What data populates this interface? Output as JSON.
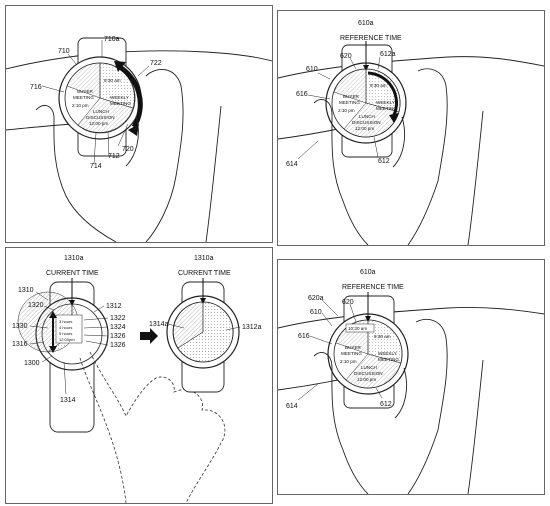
{
  "fig7a": {
    "labels": {
      "l710a": "710a",
      "l710": "710",
      "l716": "716",
      "l722": "722",
      "l720": "720",
      "l712": "712",
      "l714": "714"
    },
    "face": {
      "buyer": "BUYER",
      "meeting": "MEETING",
      "weekly": "WEEKLY",
      "meeting2": "MEETING",
      "lunch": "LUNCH",
      "discussion": "DISCUSSION",
      "t930": "9:30 am",
      "t210": "2:10 pm",
      "t1200": "12:00 pm"
    }
  },
  "fig7b": {
    "labels": {
      "l610a": "610a",
      "ref": "REFERENCE TIME",
      "l620": "620",
      "l612a": "612a",
      "l610": "610",
      "l616": "616",
      "l614": "614",
      "l612": "612"
    },
    "face": {
      "buyer": "BUYER",
      "meeting": "MEETING",
      "weekly": "WEEKLY",
      "meeting2": "MEETING",
      "lunch": "LUNCH",
      "discussion": "DISCUSSION",
      "t930": "9:30 am",
      "t210": "2:10 pm",
      "t1200": "12:00 pm"
    }
  },
  "fig13": {
    "labels": {
      "l1310a": "1310a",
      "current": "CURRENT TIME",
      "l1310": "1310",
      "l1320": "1320",
      "l1312": "1312",
      "l1322": "1322",
      "l1330": "1330",
      "l1324": "1324",
      "l1316": "1316",
      "l1326a": "1326",
      "l1326b": "1326",
      "l1300": "1300",
      "l1314": "1314",
      "r1310a": "1310a",
      "rcurrent": "CURRENT TIME",
      "l1314a": "1314a",
      "l1312a": "1312a"
    },
    "face": {
      "h3": "3 hours",
      "h4": "4 hours",
      "h5": "5 hours",
      "t12": "12:00pm"
    }
  },
  "fig6": {
    "labels": {
      "l610a": "610a",
      "ref": "REFERENCE TIME",
      "l620a": "620a",
      "l620": "620",
      "l610": "610",
      "l616": "616",
      "l614": "614",
      "l612": "612"
    },
    "face": {
      "t1030": "10:30 am",
      "t930": "9:30 am",
      "buyer": "BUYER",
      "meeting": "MEETING",
      "weekly": "WEEKLY",
      "meeting2": "MEETING",
      "t210": "2:10 pm",
      "lunch": "LUNCH",
      "discussion": "DISCUSSION",
      "t1200": "12:00 pm"
    }
  }
}
